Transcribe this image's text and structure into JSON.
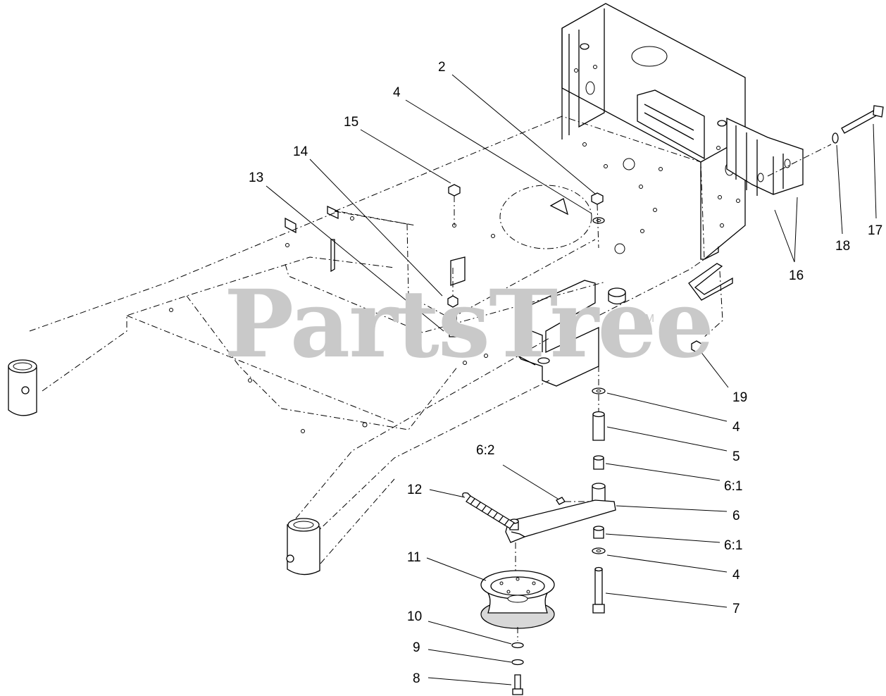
{
  "watermark": {
    "brand": "PartsTree",
    "trademark": "TM"
  },
  "callouts": [
    {
      "id": "c-2",
      "label": "2"
    },
    {
      "id": "c-4a",
      "label": "4"
    },
    {
      "id": "c-15",
      "label": "15"
    },
    {
      "id": "c-14",
      "label": "14"
    },
    {
      "id": "c-13",
      "label": "13"
    },
    {
      "id": "c-17",
      "label": "17"
    },
    {
      "id": "c-18",
      "label": "18"
    },
    {
      "id": "c-16",
      "label": "16"
    },
    {
      "id": "c-19",
      "label": "19"
    },
    {
      "id": "c-4b",
      "label": "4"
    },
    {
      "id": "c-5",
      "label": "5"
    },
    {
      "id": "c-62",
      "label": "6:2"
    },
    {
      "id": "c-61a",
      "label": "6:1"
    },
    {
      "id": "c-12",
      "label": "12"
    },
    {
      "id": "c-6",
      "label": "6"
    },
    {
      "id": "c-61b",
      "label": "6:1"
    },
    {
      "id": "c-11",
      "label": "11"
    },
    {
      "id": "c-4c",
      "label": "4"
    },
    {
      "id": "c-7",
      "label": "7"
    },
    {
      "id": "c-10",
      "label": "10"
    },
    {
      "id": "c-9",
      "label": "9"
    },
    {
      "id": "c-8",
      "label": "8"
    }
  ]
}
